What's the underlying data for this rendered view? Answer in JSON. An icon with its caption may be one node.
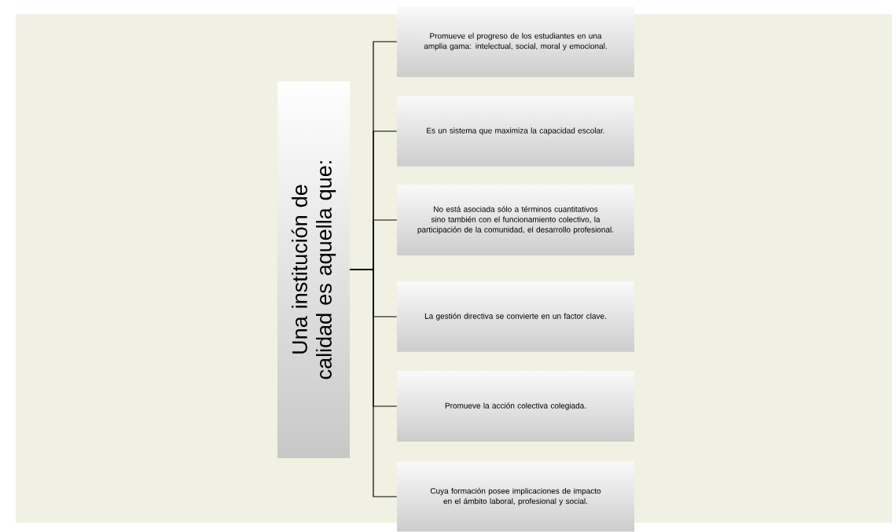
{
  "diagram": {
    "nodes": [
      {
        "text": [
          "Una institución de calidad es aquella que:"
        ]
      },
      {
        "text": [
          "Promueve el progreso de los estudiantes en una amplia gama: intelectual, social, moral y emocional."
        ]
      },
      {
        "text": [
          "Es un sistema que maximiza la capacidad escolar."
        ]
      },
      {
        "text": [
          "No está asociada sólo a términos cuantitativos sino también con el funcionamiento colectivo, la participación de la comunidad, el desarrollo profesional."
        ]
      },
      {
        "text": [
          "La gestión directiva se convierte en un factor clave."
        ]
      },
      {
        "text": [
          "Promueve la acción colectiva colegiada."
        ]
      },
      {
        "text": [
          "Cuya formación posee implicaciones de impacto en el ámbito laboral, profesional y social."
        ]
      }
    ],
    "edges": [
      {
        "from": 0,
        "to": 1,
        "arrow": "none"
      },
      {
        "from": 0,
        "to": 2,
        "arrow": "none"
      },
      {
        "from": 0,
        "to": 3,
        "arrow": "none"
      },
      {
        "from": 0,
        "to": 4,
        "arrow": "none"
      },
      {
        "from": 0,
        "to": 5,
        "arrow": "none"
      },
      {
        "from": 0,
        "to": 6,
        "arrow": "none"
      }
    ]
  }
}
